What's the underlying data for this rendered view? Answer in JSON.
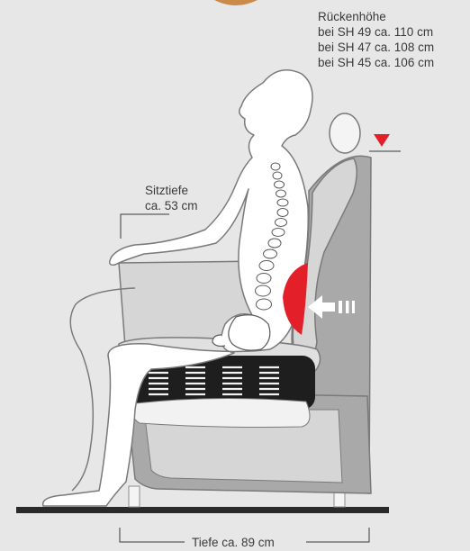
{
  "back_height": {
    "title": "Rückenhöhe",
    "lines": [
      "bei SH 49 ca. 110 cm",
      "bei SH 47 ca. 108 cm",
      "bei SH 45 ca. 106 cm"
    ]
  },
  "seat_depth": {
    "title": "Sitztiefe",
    "value": "ca. 53 cm"
  },
  "total_depth": {
    "label": "Tiefe ca. 89 cm"
  },
  "colors": {
    "background": "#e7e7e7",
    "lumbar_support": "#e3202a",
    "height_marker": "#e3202a",
    "chair_outer": "#a9a9a9",
    "chair_inner": "#d6d6d6",
    "figure": "#ffffff",
    "floor": "#2a2a2a"
  }
}
